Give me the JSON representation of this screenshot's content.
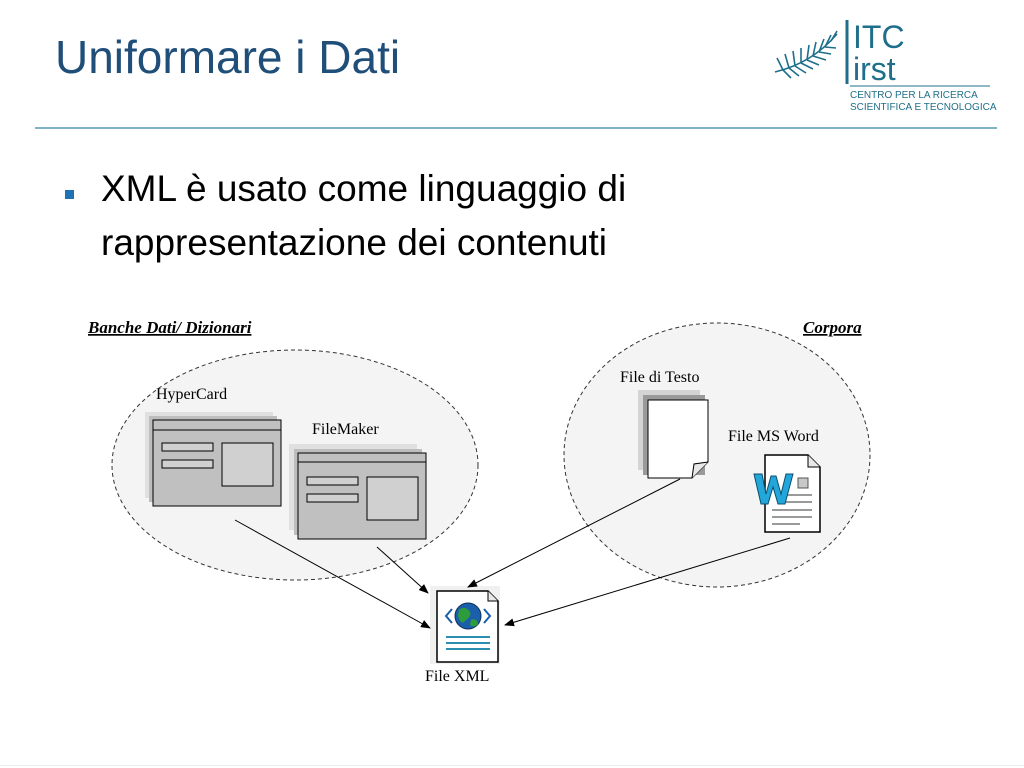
{
  "title": "Uniformare i Dati",
  "logo": {
    "line1": "ITC",
    "line2": "irst",
    "caption1": "CENTRO PER LA RICERCA",
    "caption2": "SCIENTIFICA E TECNOLOGICA",
    "brand_color": "#1f6f8b"
  },
  "bullet": {
    "line1": "XML è usato come linguaggio di",
    "line2": "rappresentazione dei contenuti",
    "marker_color": "#1e73b5"
  },
  "diagram": {
    "group_left_label": "Banche Dati/ Dizionari",
    "group_right_label": "Corpora",
    "nodes": {
      "hypercard": "HyperCard",
      "filemaker": "FileMaker",
      "text_file": "File di Testo",
      "word_file": "File MS Word",
      "xml_file": "File XML"
    },
    "icons": {
      "hypercard": "window-icon",
      "filemaker": "window-icon",
      "text_file": "document-icon",
      "word_file": "word-document-icon",
      "xml_file": "xml-document-icon"
    }
  },
  "colors": {
    "title": "#1f4e79",
    "rule": "#7fb3c5"
  }
}
